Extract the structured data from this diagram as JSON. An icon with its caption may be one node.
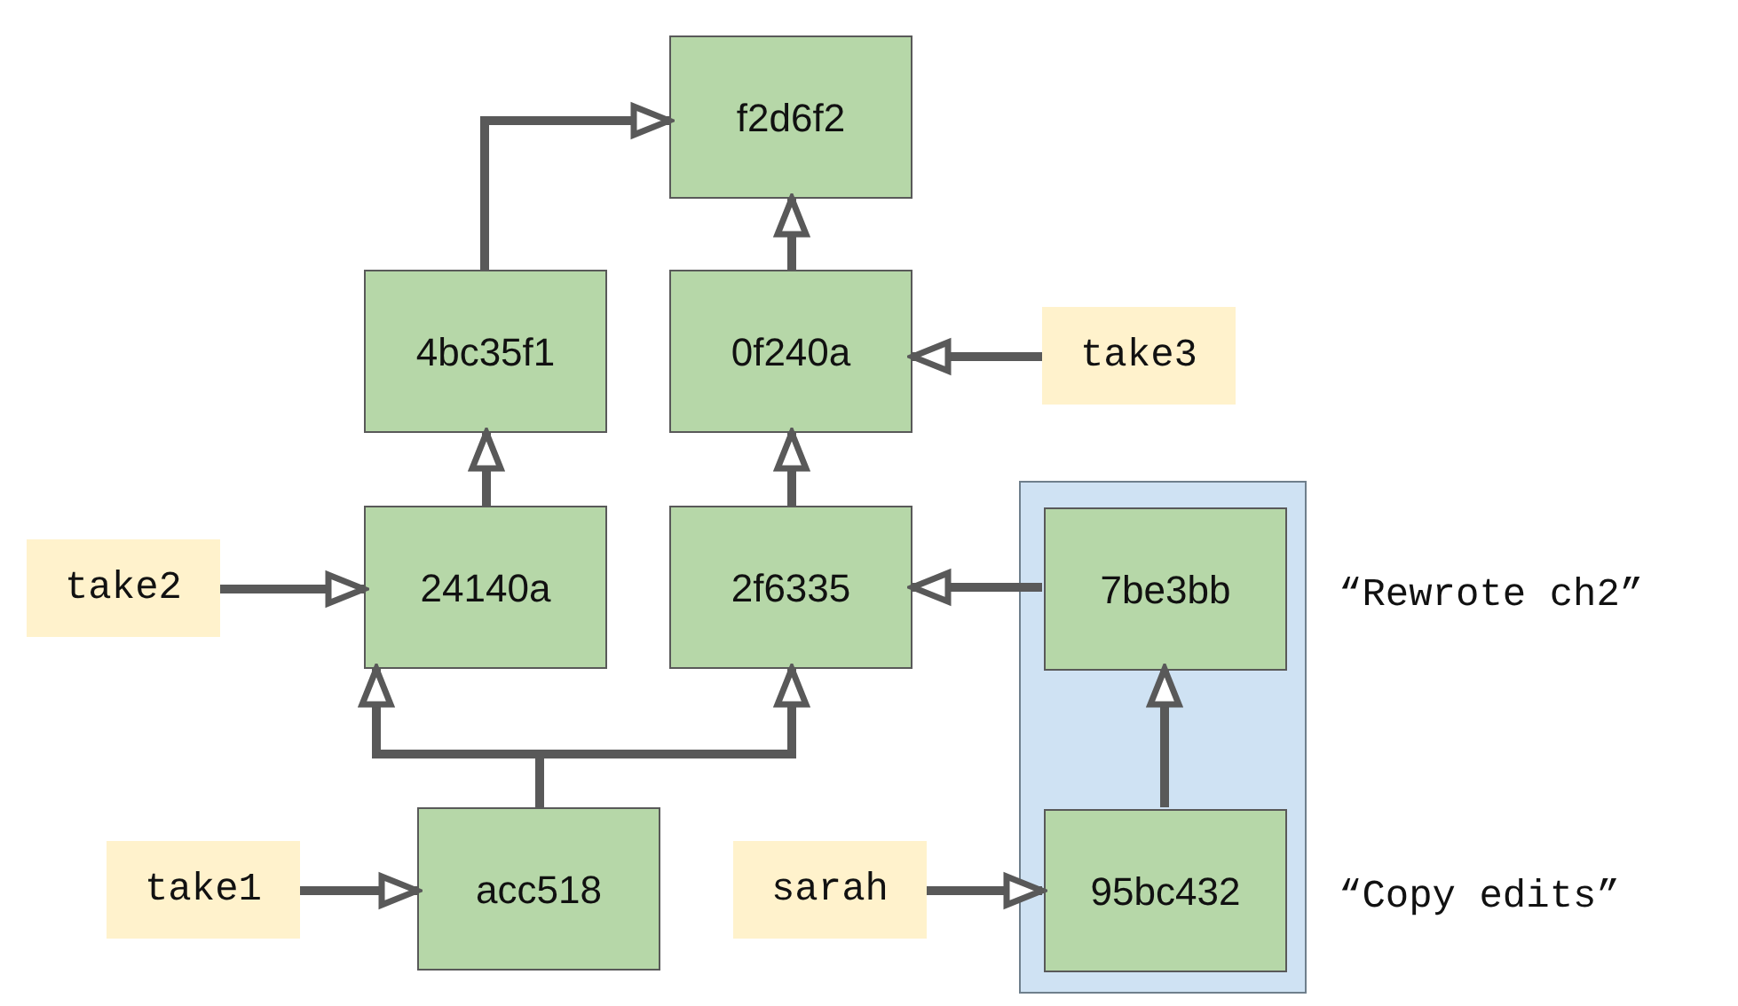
{
  "diagram": {
    "nodes": [
      {
        "text": [
          "f2d6f2"
        ]
      },
      {
        "text": [
          "4bc35f1"
        ]
      },
      {
        "text": [
          "0f240a"
        ]
      },
      {
        "text": [
          "take3"
        ]
      },
      {
        "text": [
          "take2"
        ]
      },
      {
        "text": [
          "24140a"
        ]
      },
      {
        "text": [
          "2f6335"
        ]
      },
      {
        "text": [],
        "shape": "box"
      },
      {
        "text": [
          "7be3bb"
        ],
        "in": 7,
        "beside": [
          "“Rewrote ch2”"
        ]
      },
      {
        "text": [
          "take1"
        ]
      },
      {
        "text": [
          "acc518"
        ]
      },
      {
        "text": [
          "sarah"
        ]
      },
      {
        "text": [
          "95bc432"
        ],
        "in": 7,
        "beside": [
          "“Copy edits”"
        ]
      }
    ],
    "edges": [
      {
        "from": 1,
        "to": 0,
        "arrow": "to"
      },
      {
        "from": 2,
        "to": 0,
        "arrow": "to"
      },
      {
        "from": 3,
        "to": 2,
        "arrow": "to"
      },
      {
        "from": 5,
        "to": 1,
        "arrow": "to"
      },
      {
        "from": 6,
        "to": 2,
        "arrow": "to"
      },
      {
        "from": 4,
        "to": 5,
        "arrow": "to"
      },
      {
        "from": 8,
        "to": 6,
        "arrow": "to"
      },
      {
        "from": 10,
        "to": 5,
        "arrow": "to"
      },
      {
        "from": 10,
        "to": 6,
        "arrow": "to"
      },
      {
        "from": 12,
        "to": 8,
        "arrow": "to"
      },
      {
        "from": 9,
        "to": 10,
        "arrow": "to"
      },
      {
        "from": 11,
        "to": 12,
        "arrow": "to"
      }
    ]
  }
}
